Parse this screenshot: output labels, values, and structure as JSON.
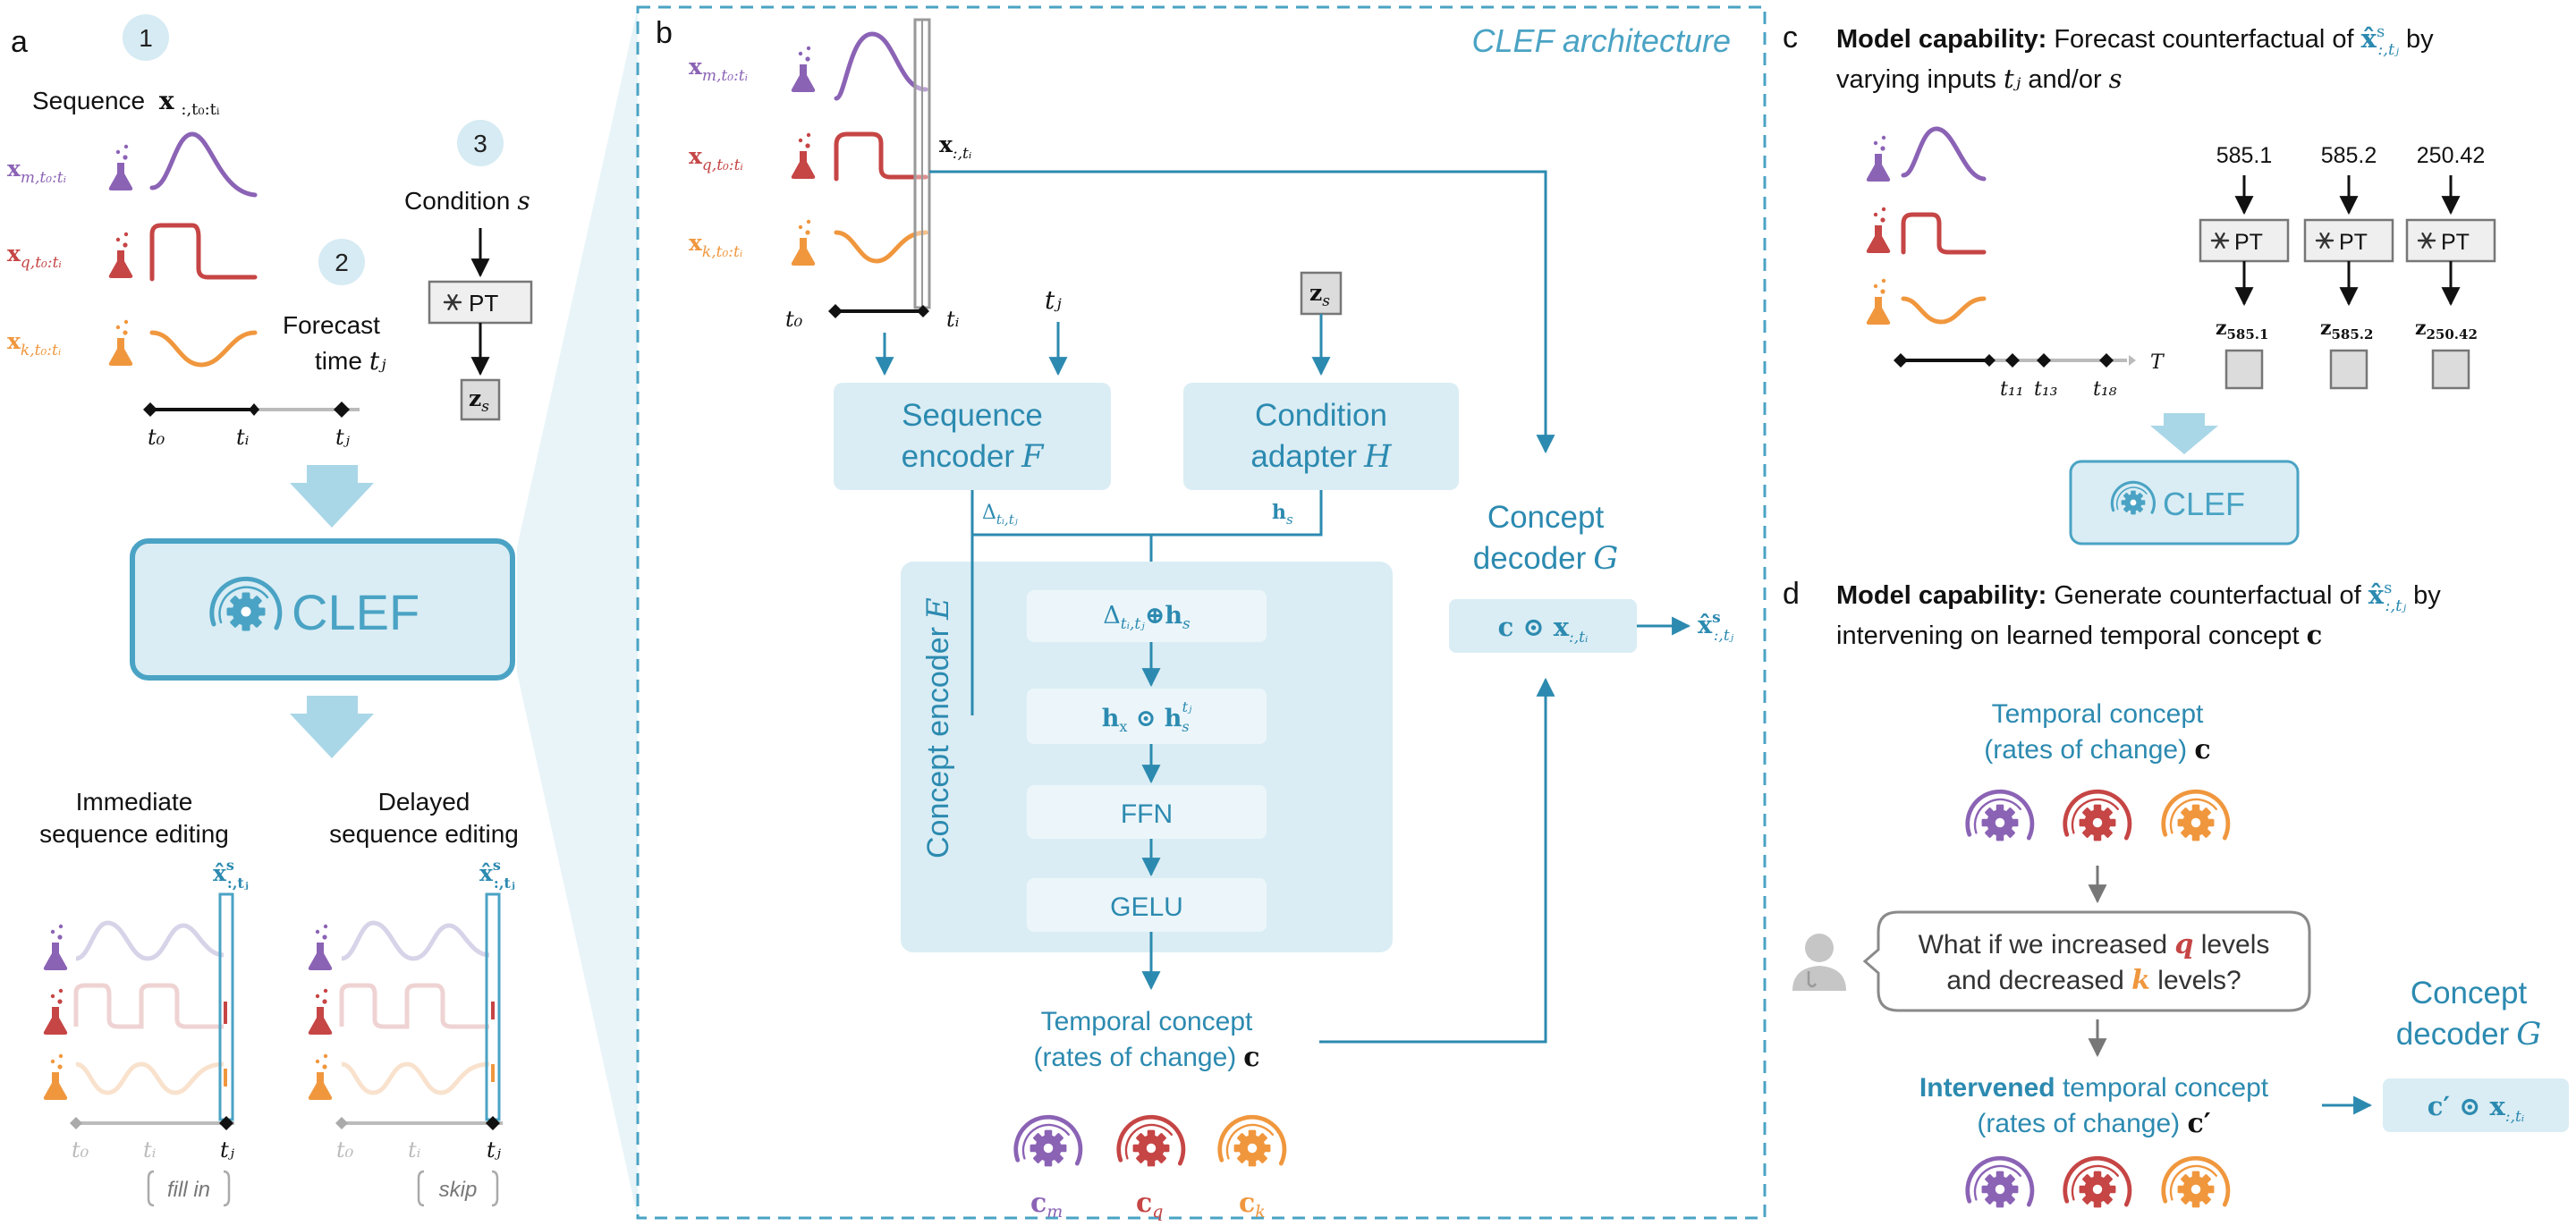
{
  "panel_a": {
    "letter": "a",
    "step1": "1",
    "step2": "2",
    "step3": "3",
    "sequence_label": "Sequence",
    "sequence_symbol": "x",
    "sequence_sub": ":,t₀:tᵢ",
    "var_m_base": "x",
    "var_m_sub": "m,t₀:tᵢ",
    "var_q_base": "x",
    "var_q_sub": "q,t₀:tᵢ",
    "var_k_base": "x",
    "var_k_sub": "k,t₀:tᵢ",
    "forecast_line1": "Forecast",
    "forecast_line2": "time",
    "forecast_sym": "tⱼ",
    "condition_label": "Condition",
    "condition_sym": "s",
    "pt_label": "PT",
    "zs_base": "z",
    "zs_sub": "s",
    "t0": "t₀",
    "ti": "tᵢ",
    "tj": "tⱼ",
    "clef_label": "CLEF",
    "immediate_line1": "Immediate",
    "immediate_line2": "sequence editing",
    "delayed_line1": "Delayed",
    "delayed_line2": "sequence editing",
    "xhat_base": "x̂",
    "xhat_sup": "s",
    "xhat_sub": ":,tⱼ",
    "fill_in": "fill in",
    "skip": "skip"
  },
  "panel_b": {
    "letter": "b",
    "title": "CLEF architecture",
    "var_m_base": "x",
    "var_m_sub": "m,t₀:tᵢ",
    "var_q_base": "x",
    "var_q_sub": "q,t₀:tᵢ",
    "var_k_base": "x",
    "var_k_sub": "k,t₀:tᵢ",
    "x_ti_base": "x",
    "x_ti_sub": ":,tᵢ",
    "t0": "t₀",
    "ti": "tᵢ",
    "tj": "tⱼ",
    "zs_base": "z",
    "zs_sub": "s",
    "seq_encoder_line1": "Sequence",
    "seq_encoder_line2": "encoder",
    "seq_encoder_sym": "F",
    "cond_adapter_line1": "Condition",
    "cond_adapter_line2": "adapter",
    "cond_adapter_sym": "H",
    "delta_label": "Δ",
    "delta_sub": "tᵢ,tⱼ",
    "hs_base": "h",
    "hs_sub": "s",
    "hx_base": "h",
    "hx_sub": "x",
    "concept_encoder": "Concept encoder",
    "concept_encoder_sym": "E",
    "op1": "Δ",
    "op1_sub": "tᵢ,tⱼ",
    "op1_rest": "⊕h",
    "op1_rest_sub": "s",
    "op2": "h",
    "op2_sub": "x",
    "op2_mid": " ⊙ h",
    "op2_sub2": "s",
    "op2_sup": "tⱼ",
    "ffn": "FFN",
    "gelu": "GELU",
    "temporal_line1": "Temporal concept",
    "temporal_line2": "(rates of change)",
    "temporal_sym": "c",
    "decoder_line1": "Concept",
    "decoder_line2": "decoder",
    "decoder_sym": "G",
    "decoder_op": "c ⊙ x",
    "decoder_op_sub": ":,tᵢ",
    "output_base": "x̂",
    "output_sup": "s",
    "output_sub": ":,tⱼ",
    "cm_base": "c",
    "cm_sub": "m",
    "cq_base": "c",
    "cq_sub": "q",
    "ck_base": "c",
    "ck_sub": "k"
  },
  "panel_c": {
    "letter": "c",
    "heading_bold": "Model capability:",
    "heading_rest": " Forecast counterfactual of ",
    "heading_sym": "x̂",
    "heading_sup": "s",
    "heading_sub": ":,tⱼ",
    "heading_end": " by",
    "heading_line2_a": "varying inputs ",
    "heading_line2_tj": "tⱼ",
    "heading_line2_b": " and/or ",
    "heading_line2_s": "s",
    "cond1": "585.1",
    "cond2": "585.2",
    "cond3": "250.42",
    "pt_label": "PT",
    "z1_base": "z",
    "z1_sub": "585.1",
    "z2_base": "z",
    "z2_sub": "585.2",
    "z3_base": "z",
    "z3_sub": "250.42",
    "t11": "t₁₁",
    "t13": "t₁₃",
    "t18": "t₁₈",
    "T": "T",
    "clef_label": "CLEF"
  },
  "panel_d": {
    "letter": "d",
    "heading_bold": "Model capability:",
    "heading_rest": " Generate counterfactual of ",
    "heading_sym": "x̂",
    "heading_sup": "s",
    "heading_sub": ":,tⱼ",
    "heading_end": " by",
    "heading_line2": "intervening on learned temporal concept ",
    "heading_line2_sym": "c",
    "temporal_line1": "Temporal concept",
    "temporal_line2": "(rates of change) ",
    "temporal_sym": "c",
    "question_line1_a": "What if we increased ",
    "question_q": "q",
    "question_line1_b": " levels",
    "question_line2_a": "and decreased ",
    "question_k": "k",
    "question_line2_b": " levels?",
    "intervened_line1_a": "Intervened",
    "intervened_line1_b": " temporal concept",
    "intervened_line2": "(rates of change) ",
    "intervened_sym": "c′",
    "decoder_line1": "Concept",
    "decoder_line2": "decoder",
    "decoder_sym": "G",
    "decoder_op": "c′ ⊙ x",
    "decoder_op_sub": ":,tᵢ"
  },
  "colors": {
    "accent": "#4aa3c4",
    "accent_dark": "#2c8ab0",
    "box_fill": "#daedf4",
    "box_fill_dark": "#cfe6ef",
    "panel_bg": "#e3f2f7",
    "purple": "#8b63b5",
    "red": "#c64545",
    "orange": "#f0973e",
    "gray": "#999999"
  },
  "icons": [
    "flask-icon",
    "snowflake-icon",
    "gear-icon",
    "doctor-icon",
    "arrow-icon",
    "diamond-marker-icon"
  ]
}
